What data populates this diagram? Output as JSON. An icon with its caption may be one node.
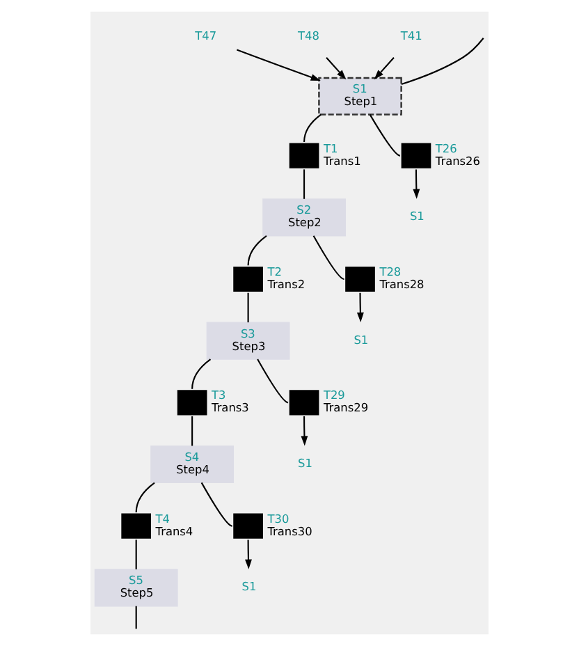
{
  "diagram": {
    "nodes": [
      {
        "text": [
          "T47"
        ]
      },
      {
        "text": [
          "T48"
        ]
      },
      {
        "text": [
          "T41"
        ]
      },
      {
        "text": [
          "S1",
          "Step1"
        ]
      },
      {
        "text": [
          "T1",
          "Trans1"
        ]
      },
      {
        "text": [
          "T26",
          "Trans26"
        ]
      },
      {
        "text": [
          "S1"
        ]
      },
      {
        "text": [
          "S2",
          "Step2"
        ]
      },
      {
        "text": [
          "T2",
          "Trans2"
        ]
      },
      {
        "text": [
          "T28",
          "Trans28"
        ]
      },
      {
        "text": [
          "S1"
        ]
      },
      {
        "text": [
          "S3",
          "Step3"
        ]
      },
      {
        "text": [
          "T3",
          "Trans3"
        ]
      },
      {
        "text": [
          "T29",
          "Trans29"
        ]
      },
      {
        "text": [
          "S1"
        ]
      },
      {
        "text": [
          "S4",
          "Step4"
        ]
      },
      {
        "text": [
          "T4",
          "Trans4"
        ]
      },
      {
        "text": [
          "T30",
          "Trans30"
        ]
      },
      {
        "text": [
          "S1"
        ]
      },
      {
        "text": [
          "S5",
          "Step5"
        ]
      }
    ],
    "edges": [
      {
        "from": null,
        "to": 3,
        "arrow": "none"
      },
      {
        "from": 0,
        "to": 3,
        "arrow": "to"
      },
      {
        "from": 1,
        "to": 3,
        "arrow": "to"
      },
      {
        "from": 2,
        "to": 3,
        "arrow": "to"
      },
      {
        "from": 3,
        "to": 4,
        "arrow": "none"
      },
      {
        "from": 3,
        "to": 5,
        "arrow": "none"
      },
      {
        "from": 5,
        "to": 6,
        "arrow": "to"
      },
      {
        "from": 4,
        "to": 7,
        "arrow": "none"
      },
      {
        "from": 7,
        "to": 8,
        "arrow": "none"
      },
      {
        "from": 7,
        "to": 9,
        "arrow": "none"
      },
      {
        "from": 9,
        "to": 10,
        "arrow": "to"
      },
      {
        "from": 8,
        "to": 11,
        "arrow": "none"
      },
      {
        "from": 11,
        "to": 12,
        "arrow": "none"
      },
      {
        "from": 11,
        "to": 13,
        "arrow": "none"
      },
      {
        "from": 13,
        "to": 14,
        "arrow": "to"
      },
      {
        "from": 12,
        "to": 15,
        "arrow": "none"
      },
      {
        "from": 15,
        "to": 16,
        "arrow": "none"
      },
      {
        "from": 15,
        "to": 17,
        "arrow": "none"
      },
      {
        "from": 17,
        "to": 18,
        "arrow": "to"
      },
      {
        "from": 16,
        "to": 19,
        "arrow": "none"
      },
      {
        "from": 19,
        "to": null,
        "arrow": "none"
      }
    ]
  }
}
